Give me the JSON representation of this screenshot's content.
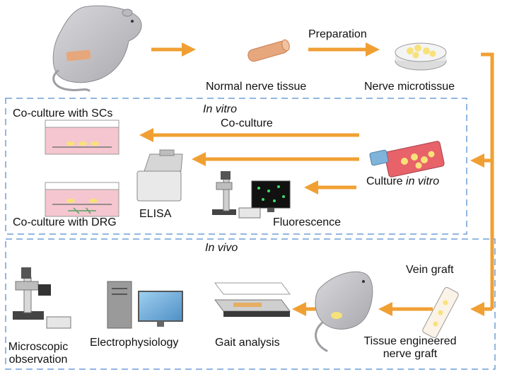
{
  "labels": {
    "preparation": "Preparation",
    "normal_nerve_tissue": "Normal nerve  tissue",
    "nerve_microtissue": "Nerve microtissue",
    "in_vitro": "In vitro",
    "coculture_scs": "Co-culture with SCs",
    "coculture": "Co-culture",
    "culture_prefix": "Culture ",
    "culture_italic": "in vitro",
    "elisa": "ELISA",
    "coculture_drg": "Co-culture with DRG",
    "fluorescence": "Fluorescence",
    "in_vivo": "In vivo",
    "vein_graft": "Vein graft",
    "microscopic_line1": "Microscopic",
    "microscopic_line2": "observation",
    "electrophysiology": "Electrophysiology",
    "gait_analysis": "Gait analysis",
    "tissue_engineered_line1": "Tissue engineered",
    "tissue_engineered_line2": "nerve graft"
  },
  "colors": {
    "arrow": "#f0a033",
    "dashed_border": "#6f9fd8",
    "rat_body": "#c9c9cd",
    "nerve_tissue": "#e7a77c",
    "medium_pink": "#f5c6cf",
    "microtissue_yellow": "#f7e27a",
    "flask_red": "#e8626a"
  }
}
